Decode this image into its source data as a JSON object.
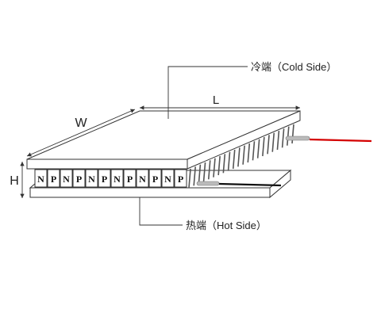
{
  "labels": {
    "cold_side": "冷端（Cold Side）",
    "hot_side": "热端（Hot Side）",
    "length": "L",
    "width": "W",
    "height": "H"
  },
  "junction_letters": [
    "N",
    "P",
    "N",
    "P",
    "N",
    "P",
    "N",
    "P",
    "N",
    "P",
    "N",
    "P"
  ],
  "colors": {
    "outline": "#333333",
    "positive_wire": "#d40000",
    "negative_wire": "#111111",
    "plate_fill": "#ffffff",
    "fin_fill": "#9a9a9a"
  }
}
